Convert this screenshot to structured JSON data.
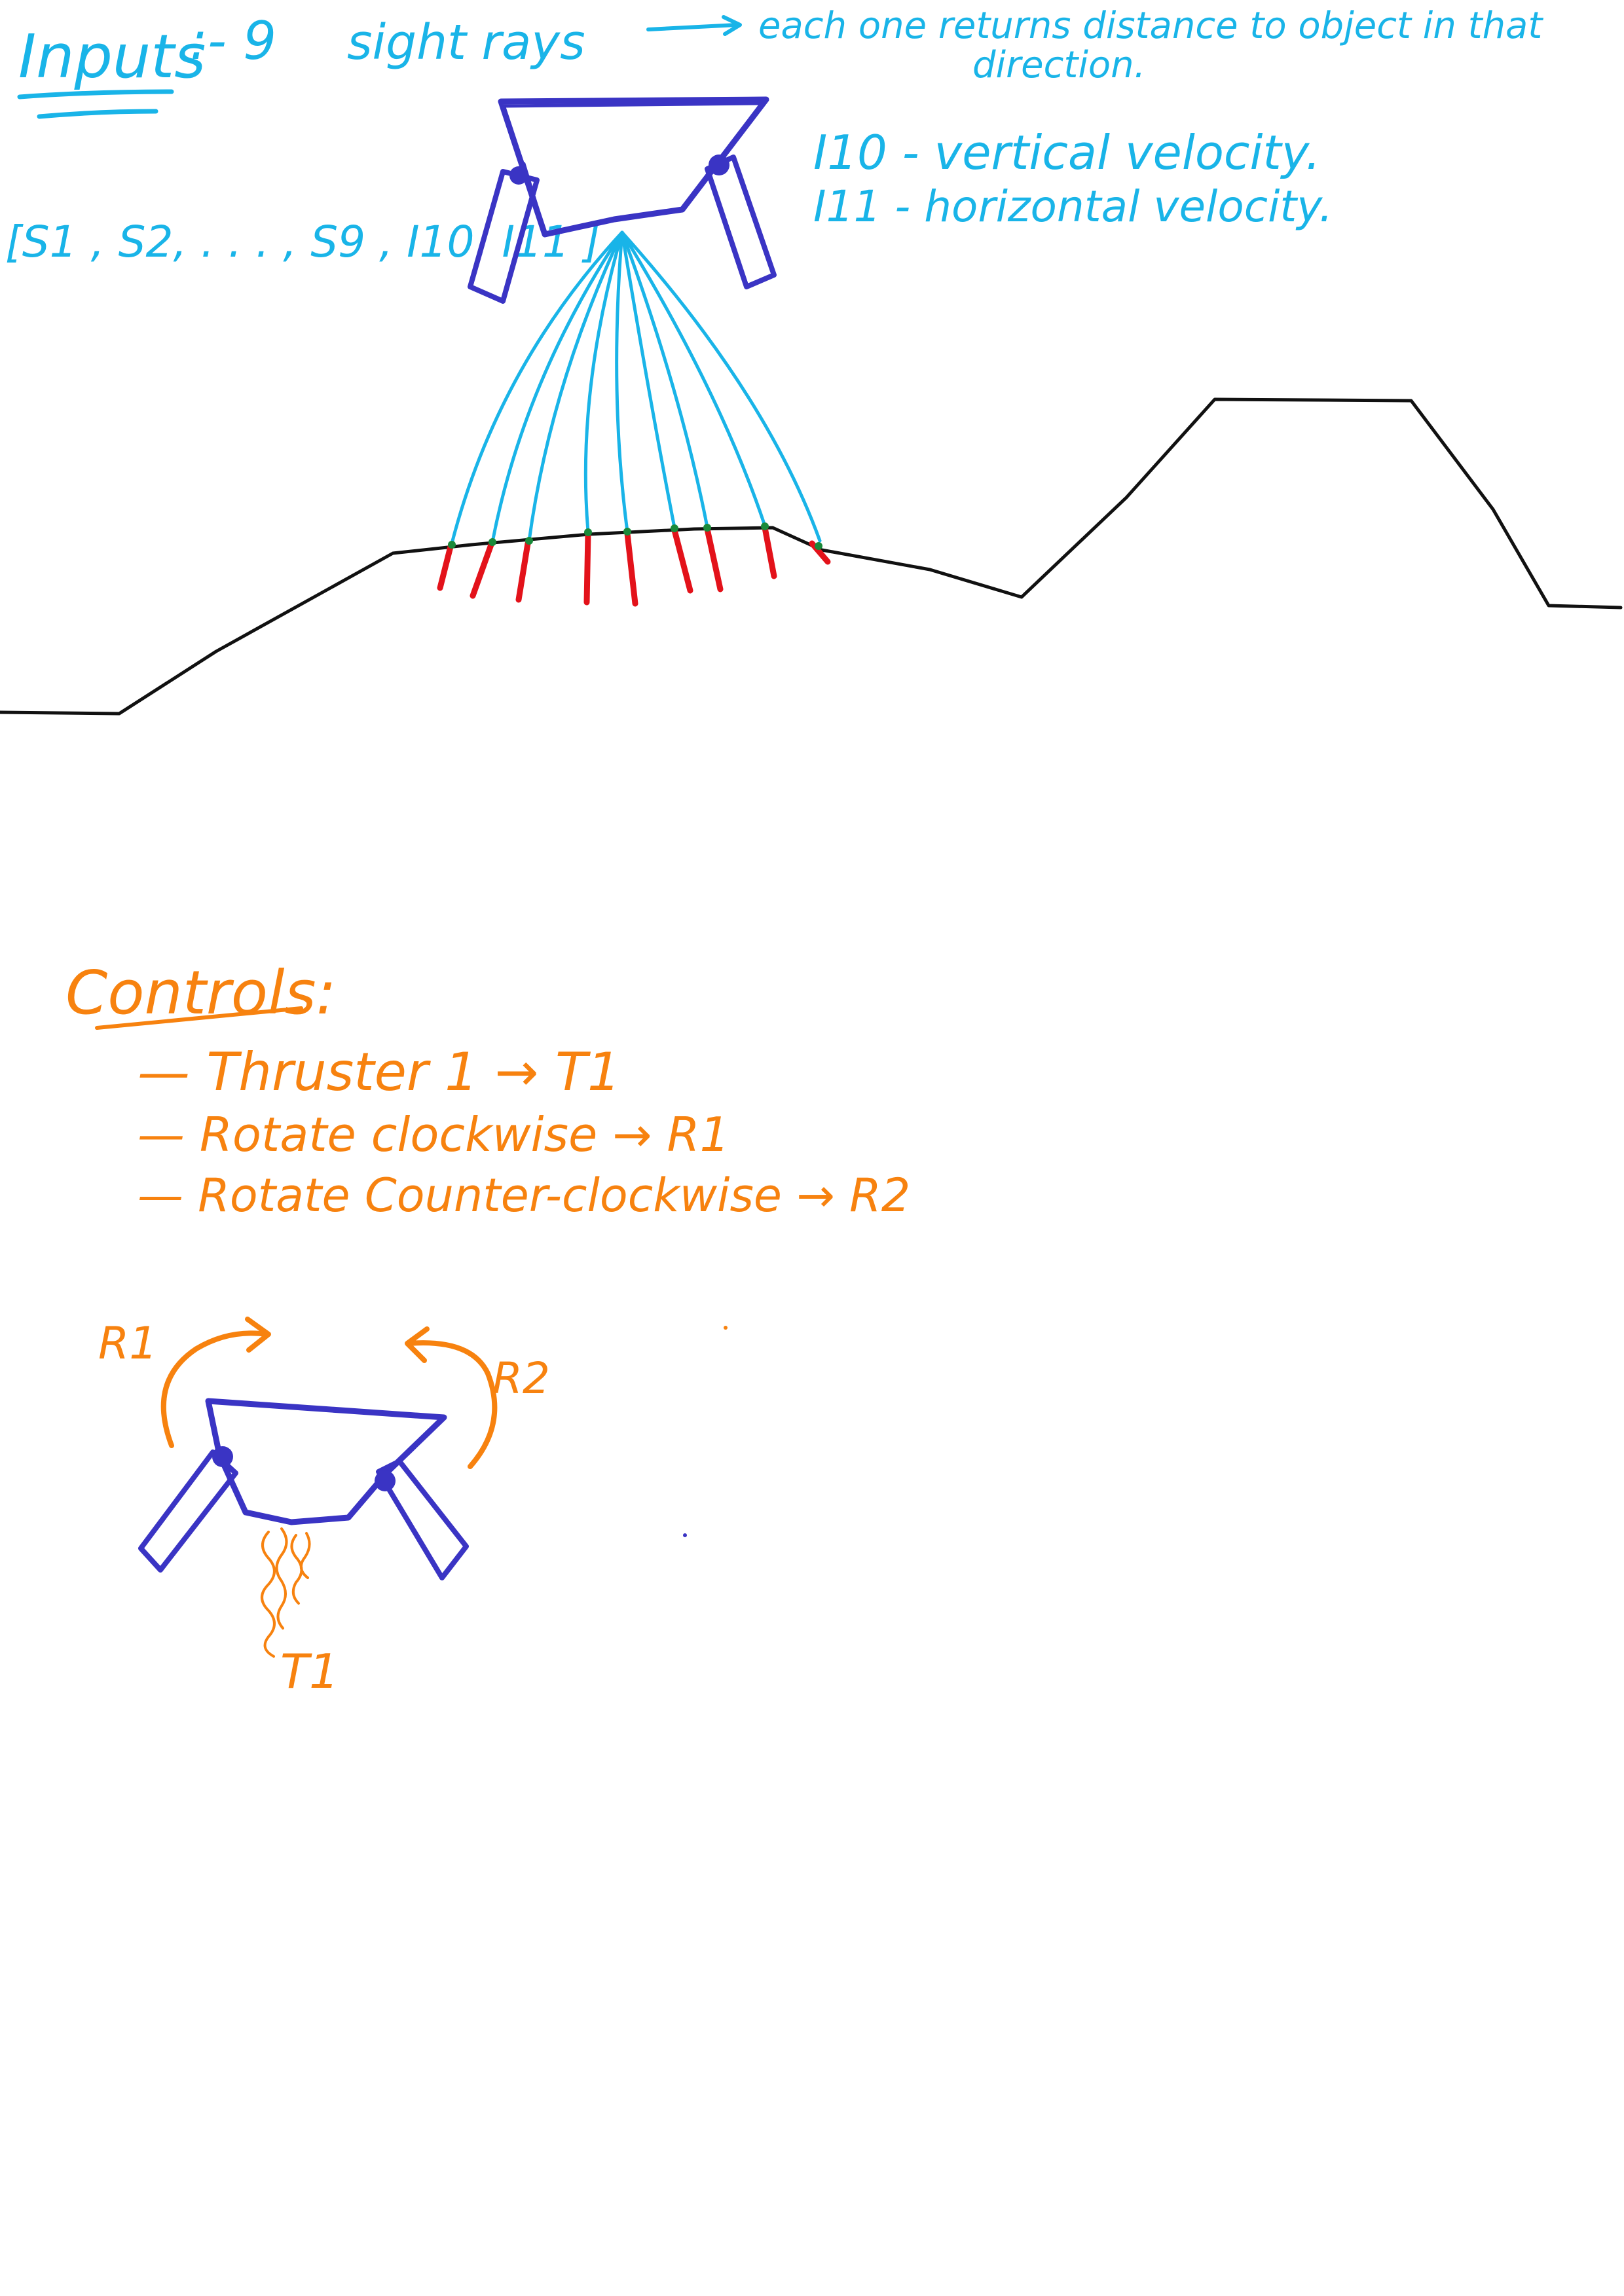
{
  "colors": {
    "inputs": "#19b4e8",
    "lander": "#3a34c4",
    "terrain": "#111111",
    "hit": "#e3121a",
    "hit_dot": "#1a8a3a",
    "controls": "#f7820f"
  },
  "inputs": {
    "heading": "Inputs",
    "count_prefix": ":- 9",
    "rays_label": "sight rays",
    "rays_desc_1": "each one returns distance to object in that",
    "rays_desc_2": "direction.",
    "vector": "[S1 , S2, . . . , S9 , I10, I11 ]",
    "i10": "I10 - vertical velocity.",
    "i11": "I11 - horizontal velocity."
  },
  "controls": {
    "heading": "Controls:",
    "items": [
      "— Thruster 1 → T1",
      "— Rotate clockwise → R1",
      "— Rotate Counter-clockwise → R2"
    ],
    "diagram_labels": {
      "r1": "R1",
      "r2": "R2",
      "t1": "T1"
    }
  }
}
